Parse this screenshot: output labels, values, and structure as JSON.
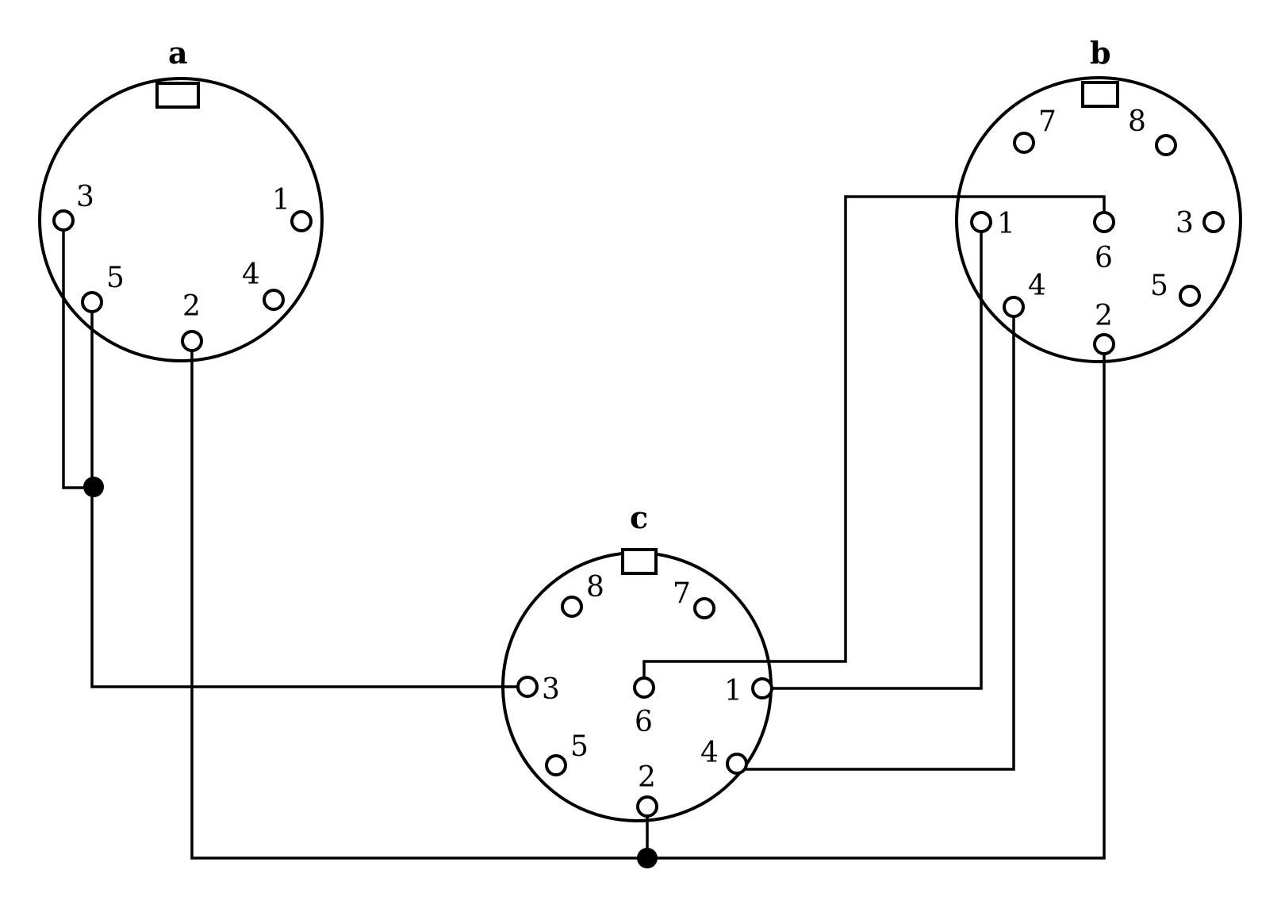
{
  "connectors": {
    "a": {
      "label": "a",
      "pins": {
        "p1": "1",
        "p2": "2",
        "p3": "3",
        "p4": "4",
        "p5": "5"
      }
    },
    "b": {
      "label": "b",
      "pins": {
        "p1": "1",
        "p2": "2",
        "p3": "3",
        "p4": "4",
        "p5": "5",
        "p6": "6",
        "p7": "7",
        "p8": "8"
      }
    },
    "c": {
      "label": "c",
      "pins": {
        "p1": "1",
        "p2": "2",
        "p3": "3",
        "p4": "4",
        "p5": "5",
        "p6": "6",
        "p7": "7",
        "p8": "8"
      }
    }
  },
  "connections": [
    {
      "from": "a.3",
      "to": "a.5"
    },
    {
      "from": "a.5",
      "to": "c.3"
    },
    {
      "from": "a.2",
      "to": "c.2"
    },
    {
      "from": "c.2",
      "to": "b.2"
    },
    {
      "from": "c.6",
      "to": "b.6"
    },
    {
      "from": "c.1",
      "to": "b.1"
    },
    {
      "from": "c.4",
      "to": "b.4"
    }
  ]
}
